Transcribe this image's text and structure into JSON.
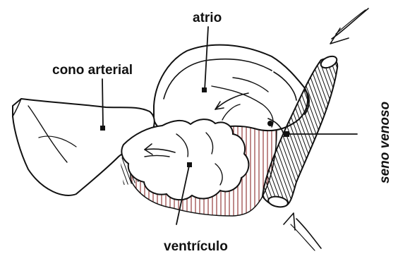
{
  "labels": {
    "atrio": "atrio",
    "cono_arterial": "cono arterial",
    "seno_venoso": "seno venoso",
    "ventriculo": "ventrículo"
  },
  "colors": {
    "ink": "#111111",
    "hatching": "#8a2a2a",
    "background": "#ffffff"
  }
}
